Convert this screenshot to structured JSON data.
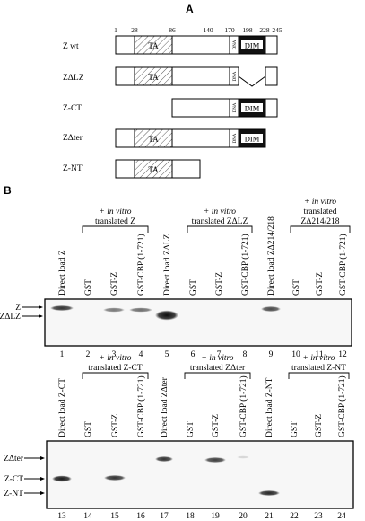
{
  "panel_a": {
    "letter": "A",
    "positions": [
      "1",
      "28",
      "86",
      "140",
      "170",
      "198",
      "228",
      "245"
    ],
    "constructs": [
      {
        "name": "Z wt"
      },
      {
        "name": "ZΔLZ"
      },
      {
        "name": "Z-CT"
      },
      {
        "name": "ZΔter"
      },
      {
        "name": "Z-NT"
      }
    ],
    "domain_labels": {
      "ta": "TA",
      "dna": "DNA",
      "dim": "DIM"
    }
  },
  "panel_b": {
    "letter": "B",
    "blot1": {
      "brackets": [
        {
          "line1": "+ in vitro",
          "line2": "translated Z"
        },
        {
          "line1": "+ in vitro",
          "line2": "translated ZΔLZ"
        },
        {
          "line1": "+ in vitro",
          "line2": "translated",
          "line3": "ZΔ214/218"
        }
      ],
      "lane_labels": [
        "Direct load Z",
        "GST",
        "GST-Z",
        "GST-CBP (1-721)",
        "Direct load ZΔLZ",
        "GST",
        "GST-Z",
        "GST-CBP (1-721)",
        "Direct load ZΔ214/218",
        "GST",
        "GST-Z",
        "GST-CBP (1-721)"
      ],
      "lane_numbers": [
        "1",
        "2",
        "3",
        "4",
        "5",
        "6",
        "7",
        "8",
        "9",
        "10",
        "11",
        "12"
      ],
      "band_markers": [
        "Z",
        "ZΔLZ"
      ]
    },
    "blot2": {
      "brackets": [
        {
          "line1": "+ in vitro",
          "line2": "translated Z-CT"
        },
        {
          "line1": "+ in vitro",
          "line2": "translated ZΔter"
        },
        {
          "line1": "+ in vitro",
          "line2": "translated Z-NT"
        }
      ],
      "lane_labels": [
        "Direct load Z-CT",
        "GST",
        "GST-Z",
        "GST-CBP (1-721)",
        "Direct load ZΔter",
        "GST",
        "GST-Z",
        "GST-CBP (1-721)",
        "Direct load Z-NT",
        "GST",
        "GST-Z",
        "GST-CBP (1-721)"
      ],
      "lane_numbers": [
        "13",
        "14",
        "15",
        "16",
        "17",
        "18",
        "19",
        "20",
        "21",
        "22",
        "23",
        "24"
      ],
      "band_markers": [
        "ZΔter",
        "Z-CT",
        "Z-NT"
      ]
    }
  }
}
